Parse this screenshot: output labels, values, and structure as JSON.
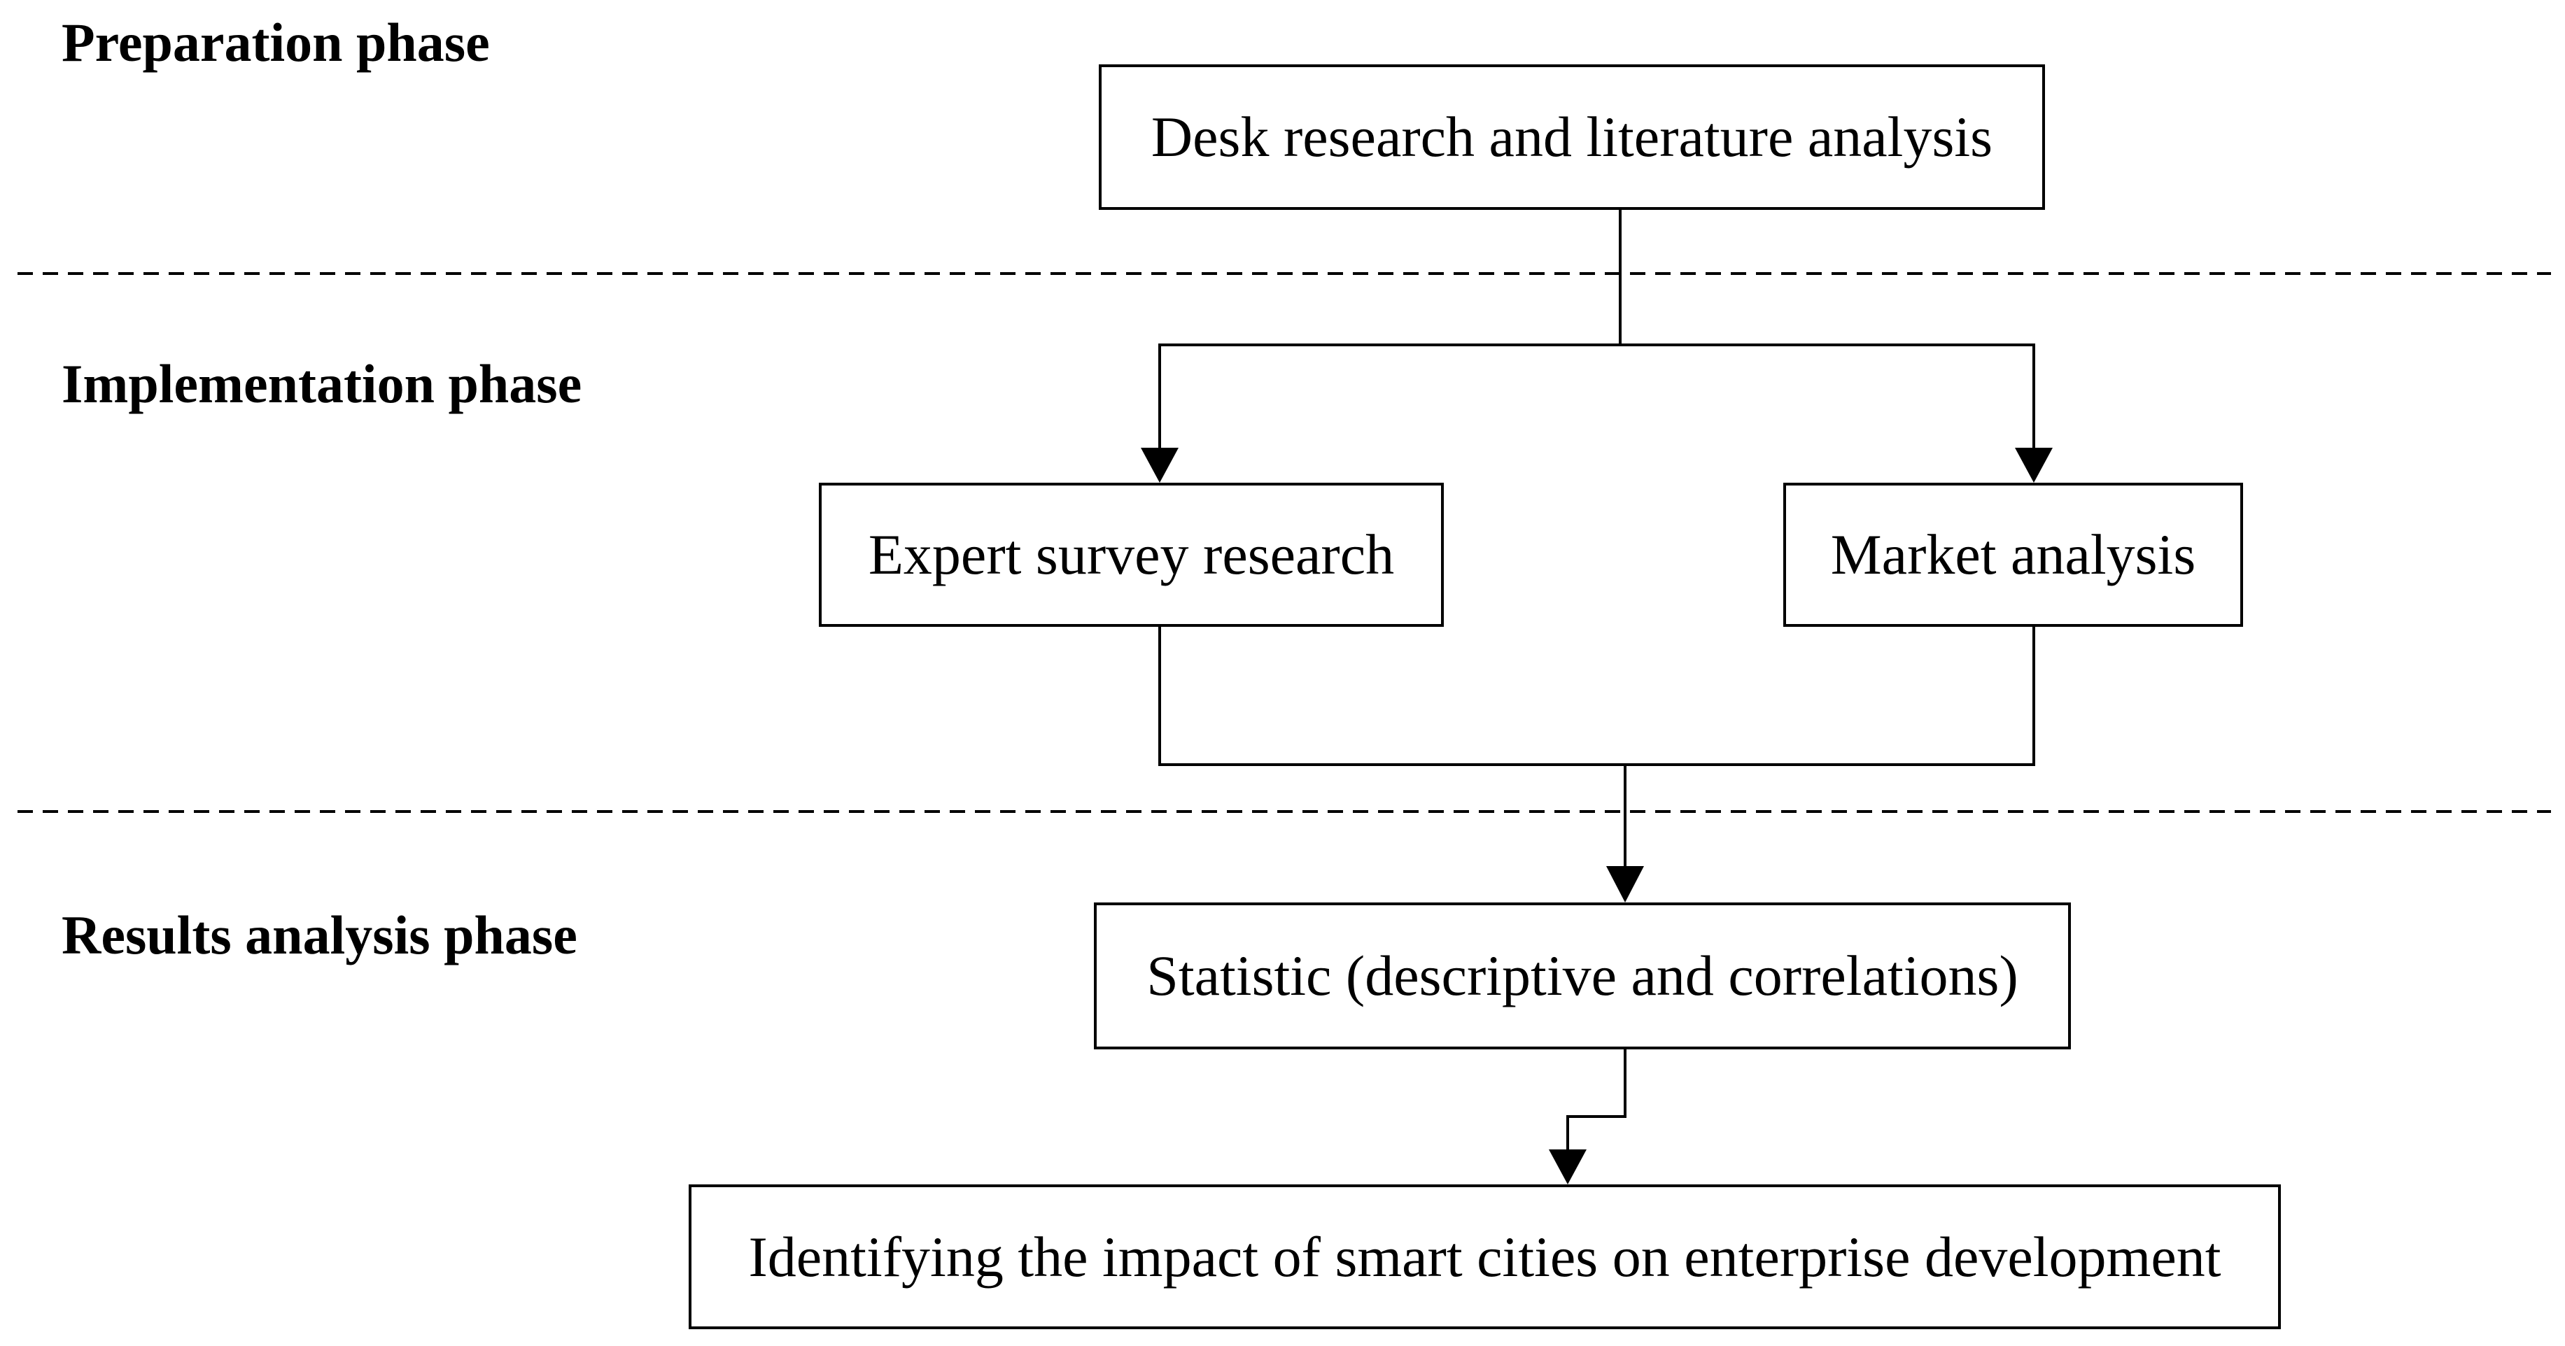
{
  "phases": {
    "preparation": "Preparation phase",
    "implementation": "Implementation phase",
    "results": "Results analysis phase"
  },
  "boxes": {
    "desk_research": "Desk research and literature analysis",
    "expert_survey": "Expert survey research",
    "market_analysis": "Market analysis",
    "statistic": "Statistic (descriptive and correlations)",
    "impact": "Identifying the impact of smart cities on enterprise development"
  }
}
